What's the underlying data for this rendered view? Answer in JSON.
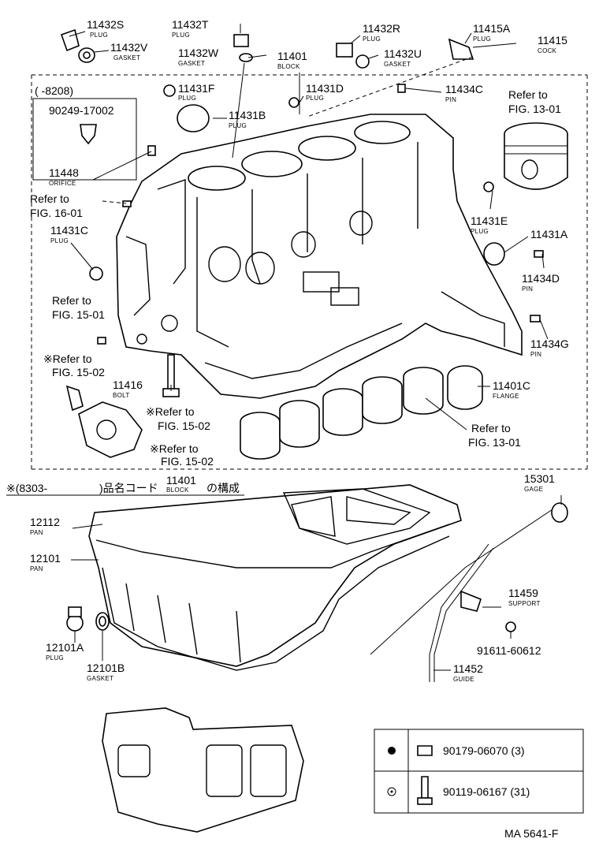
{
  "labels": {
    "p11432S": {
      "num": "11432S",
      "name": "PLUG"
    },
    "p11432T": {
      "num": "11432T",
      "name": "PLUG"
    },
    "p11432V": {
      "num": "11432V",
      "name": "GASKET"
    },
    "p11432W": {
      "num": "11432W",
      "name": "GASKET"
    },
    "p11401top": {
      "num": "11401",
      "name": "BLOCK"
    },
    "p11432R": {
      "num": "11432R",
      "name": "PLUG"
    },
    "p11432U": {
      "num": "11432U",
      "name": "GASKET"
    },
    "p11415A": {
      "num": "11415A",
      "name": "PLUG"
    },
    "p11415": {
      "num": "11415",
      "name": "COCK"
    },
    "p11431F": {
      "num": "11431F",
      "name": "PLUG"
    },
    "p11431D": {
      "num": "11431D",
      "name": "PLUG"
    },
    "p11434C": {
      "num": "11434C",
      "name": "PIN"
    },
    "p11431B": {
      "num": "11431B",
      "name": "PLUG"
    },
    "p11448": {
      "num": "11448",
      "name": "ORIFICE"
    },
    "p11431E": {
      "num": "11431E",
      "name": "PLUG"
    },
    "p11431C": {
      "num": "11431C",
      "name": "PLUG"
    },
    "p11431A": {
      "num": "11431A",
      "name": ""
    },
    "p11434D": {
      "num": "11434D",
      "name": "PIN"
    },
    "p11434G": {
      "num": "11434G",
      "name": "PIN"
    },
    "p11416": {
      "num": "11416",
      "name": "BOLT"
    },
    "p11401C": {
      "num": "11401C",
      "name": "FLANGE"
    },
    "p15301": {
      "num": "15301",
      "name": "GAGE"
    },
    "p12112": {
      "num": "12112",
      "name": "PAN"
    },
    "p12101": {
      "num": "12101",
      "name": "PAN"
    },
    "p11459": {
      "num": "11459",
      "name": "SUPPORT"
    },
    "p12101A": {
      "num": "12101A",
      "name": "PLUG"
    },
    "p12101B": {
      "num": "12101B",
      "name": "GASKET"
    },
    "p11452": {
      "num": "11452",
      "name": "GUIDE"
    }
  },
  "inset": {
    "range": "(      -8208)",
    "part": "90249-17002"
  },
  "refs": {
    "r1301a": {
      "l1": "Refer to",
      "l2": "FIG. 13-01"
    },
    "r1601": {
      "l1": "Refer to",
      "l2": "FIG. 16-01"
    },
    "r1501": {
      "l1": "Refer to",
      "l2": "FIG. 15-01"
    },
    "r1502a": {
      "l1": "※Refer to",
      "l2": "FIG. 15-02"
    },
    "r1502b": {
      "l1": "※Refer to",
      "l2": "FIG. 15-02"
    },
    "r1502c": {
      "l1": "※Refer to",
      "l2": "FIG. 15-02"
    },
    "r1301b": {
      "l1": "Refer to",
      "l2": "FIG. 13-01"
    }
  },
  "note": {
    "prefix": "※(8303-",
    "middle": ")品名コード",
    "num": "11401",
    "name": "BLOCK",
    "suffix": "の構成"
  },
  "part_91611": "91611-60612",
  "legend": [
    {
      "symbol": "filled-dot",
      "part": "90179-06070 (3)"
    },
    {
      "symbol": "circle-dot",
      "part": "90119-06167 (31)"
    }
  ],
  "diagram_code": "MA 5641-F"
}
